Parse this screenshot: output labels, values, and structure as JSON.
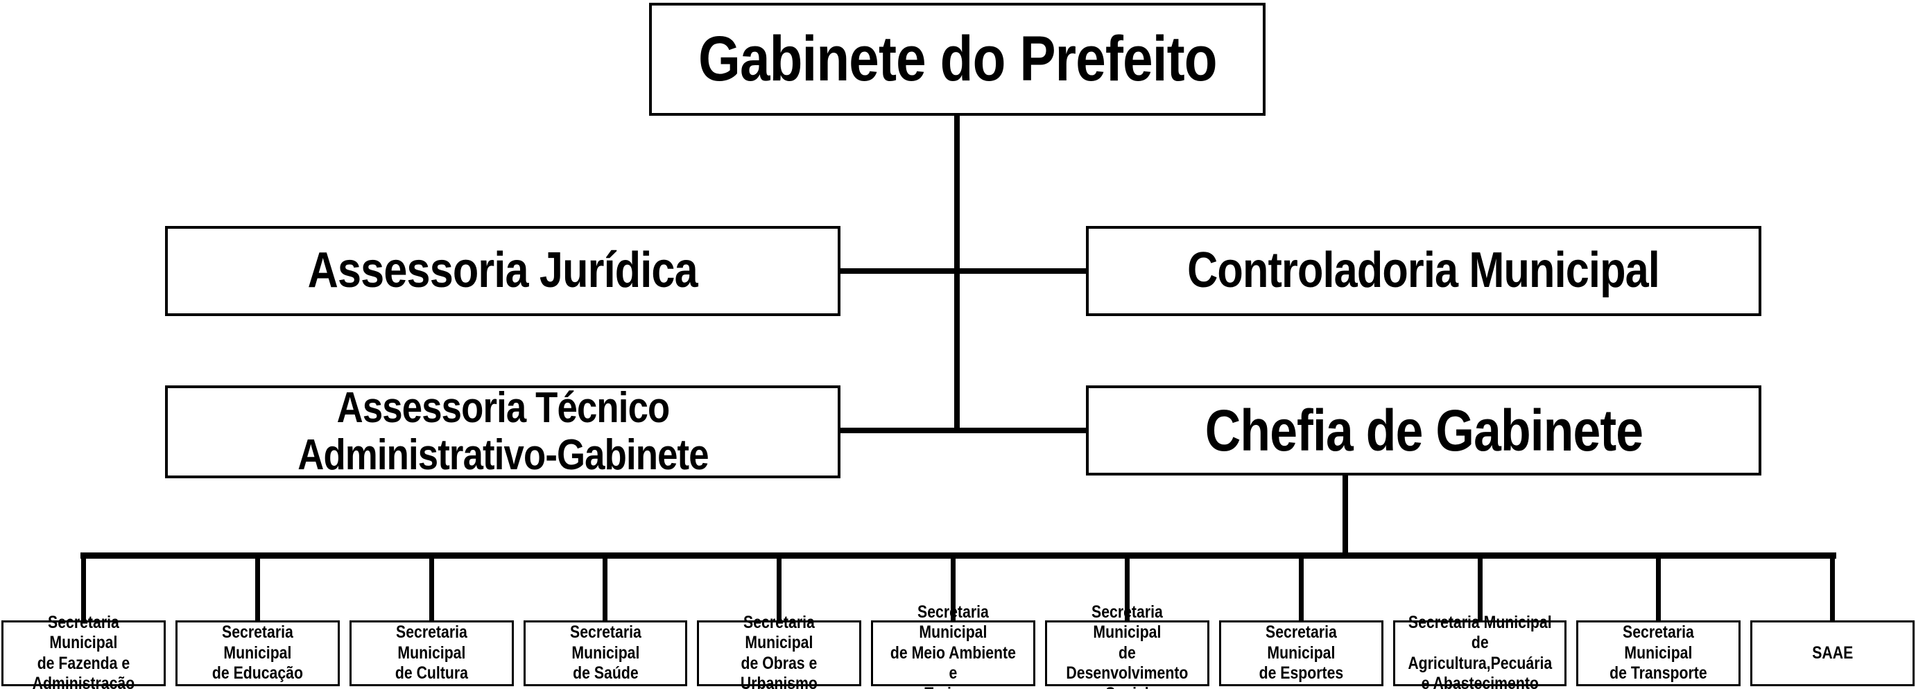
{
  "org_chart": {
    "root": {
      "label": "Gabinete do Prefeito"
    },
    "level2": [
      {
        "label": "Assessoria Jurídica"
      },
      {
        "label": "Controladoria Municipal"
      }
    ],
    "level3": [
      {
        "lines": [
          "Assessoria Técnico",
          "Administrativo-Gabinete"
        ]
      },
      {
        "label": "Chefia de Gabinete"
      }
    ],
    "secretariats": [
      {
        "lines": [
          "Secretaria Municipal",
          "de Fazenda e",
          "Administração"
        ]
      },
      {
        "lines": [
          "Secretaria Municipal",
          "de Educação"
        ]
      },
      {
        "lines": [
          "Secretaria Municipal",
          "de Cultura"
        ]
      },
      {
        "lines": [
          "Secretaria Municipal",
          "de Saúde"
        ]
      },
      {
        "lines": [
          "Secretaria Municipal",
          "de Obras e Urbanismo"
        ]
      },
      {
        "lines": [
          "Secretaria Municipal",
          "de Meio Ambiente e",
          "Turismo"
        ]
      },
      {
        "lines": [
          "Secretaria Municipal",
          "de Desenvolvimento",
          "Social"
        ]
      },
      {
        "lines": [
          "Secretaria Municipal",
          "de Esportes"
        ]
      },
      {
        "lines": [
          "Secretaria Municipal de",
          "Agricultura,Pecuária",
          "e Abastecimento"
        ]
      },
      {
        "lines": [
          "Secretaria Municipal",
          "de Transporte"
        ]
      },
      {
        "lines": [
          "SAAE"
        ]
      }
    ]
  },
  "colors": {
    "background": "#ffffff",
    "box_border": "#000000",
    "connector": "#000000",
    "text": "#000000"
  }
}
